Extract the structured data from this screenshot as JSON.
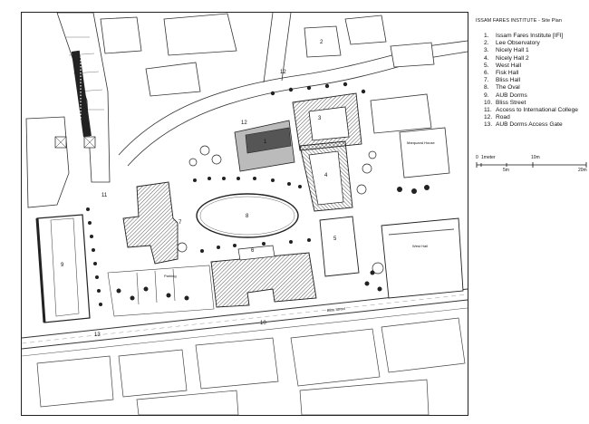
{
  "legend": {
    "title": "ISSAM FARES INSTITUTE - Site Plan",
    "items": [
      {
        "num": "1.",
        "label": "Issam Fares Institute [IFI]"
      },
      {
        "num": "2.",
        "label": "Lee Observatory"
      },
      {
        "num": "3.",
        "label": "Nicely Hall 1"
      },
      {
        "num": "4.",
        "label": "Nicely Hall 2"
      },
      {
        "num": "5.",
        "label": "West Hall"
      },
      {
        "num": "6.",
        "label": "Fisk Hall"
      },
      {
        "num": "7.",
        "label": "Bliss Hall"
      },
      {
        "num": "8.",
        "label": "The Oval"
      },
      {
        "num": "9.",
        "label": "AUB Dorms"
      },
      {
        "num": "10.",
        "label": "Bliss Street"
      },
      {
        "num": "11.",
        "label": "Access to International College"
      },
      {
        "num": "12.",
        "label": "Road"
      },
      {
        "num": "13.",
        "label": "AUB Dorms Access Gate"
      }
    ]
  },
  "scale_bar": {
    "zero": "0",
    "meter": "1meter",
    "ten": "10m",
    "five": "5m",
    "twenty": "20m"
  },
  "map_labels": {
    "n1": "1",
    "n2": "2",
    "n3": "3",
    "n4": "4",
    "n5": "5",
    "n6": "6",
    "n7": "7",
    "n8": "8",
    "n9": "9",
    "n10": "10",
    "n11": "11",
    "n12a": "12",
    "n12b": "12",
    "n13": "13",
    "parking": "Parking",
    "bliss_street": "Bliss Street",
    "west_hall": "West Hall",
    "marquand_house": "Marquand House"
  }
}
